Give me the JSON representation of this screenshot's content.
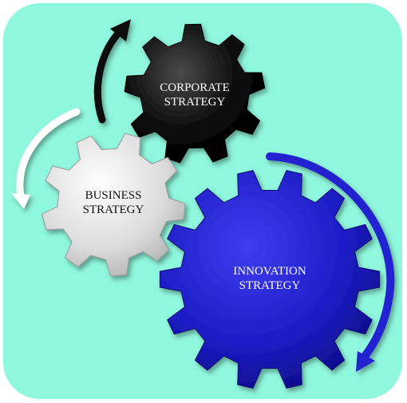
{
  "background": {
    "color": "#8ff7dd"
  },
  "gears": [
    {
      "id": "corporate",
      "lines": [
        "CORPORATE",
        "STRATEGY"
      ],
      "fill": "#0a0a0a",
      "light": "#3a3a3a",
      "text_color": "#ffffff"
    },
    {
      "id": "business",
      "lines": [
        "BUSINESS",
        "STRATEGY"
      ],
      "fill": "#e6e6e6",
      "light": "#ffffff",
      "text_color": "#111111"
    },
    {
      "id": "innovation",
      "lines": [
        "INNOVATION",
        "STRATEGY"
      ],
      "fill": "#1c1cc4",
      "light": "#3b3bee",
      "text_color": "#ffffff"
    }
  ],
  "arrows": [
    {
      "id": "black-arrow",
      "color": "#0a0a0a"
    },
    {
      "id": "white-arrow",
      "color": "#ffffff"
    },
    {
      "id": "blue-arrow",
      "color": "#2020d0"
    }
  ]
}
